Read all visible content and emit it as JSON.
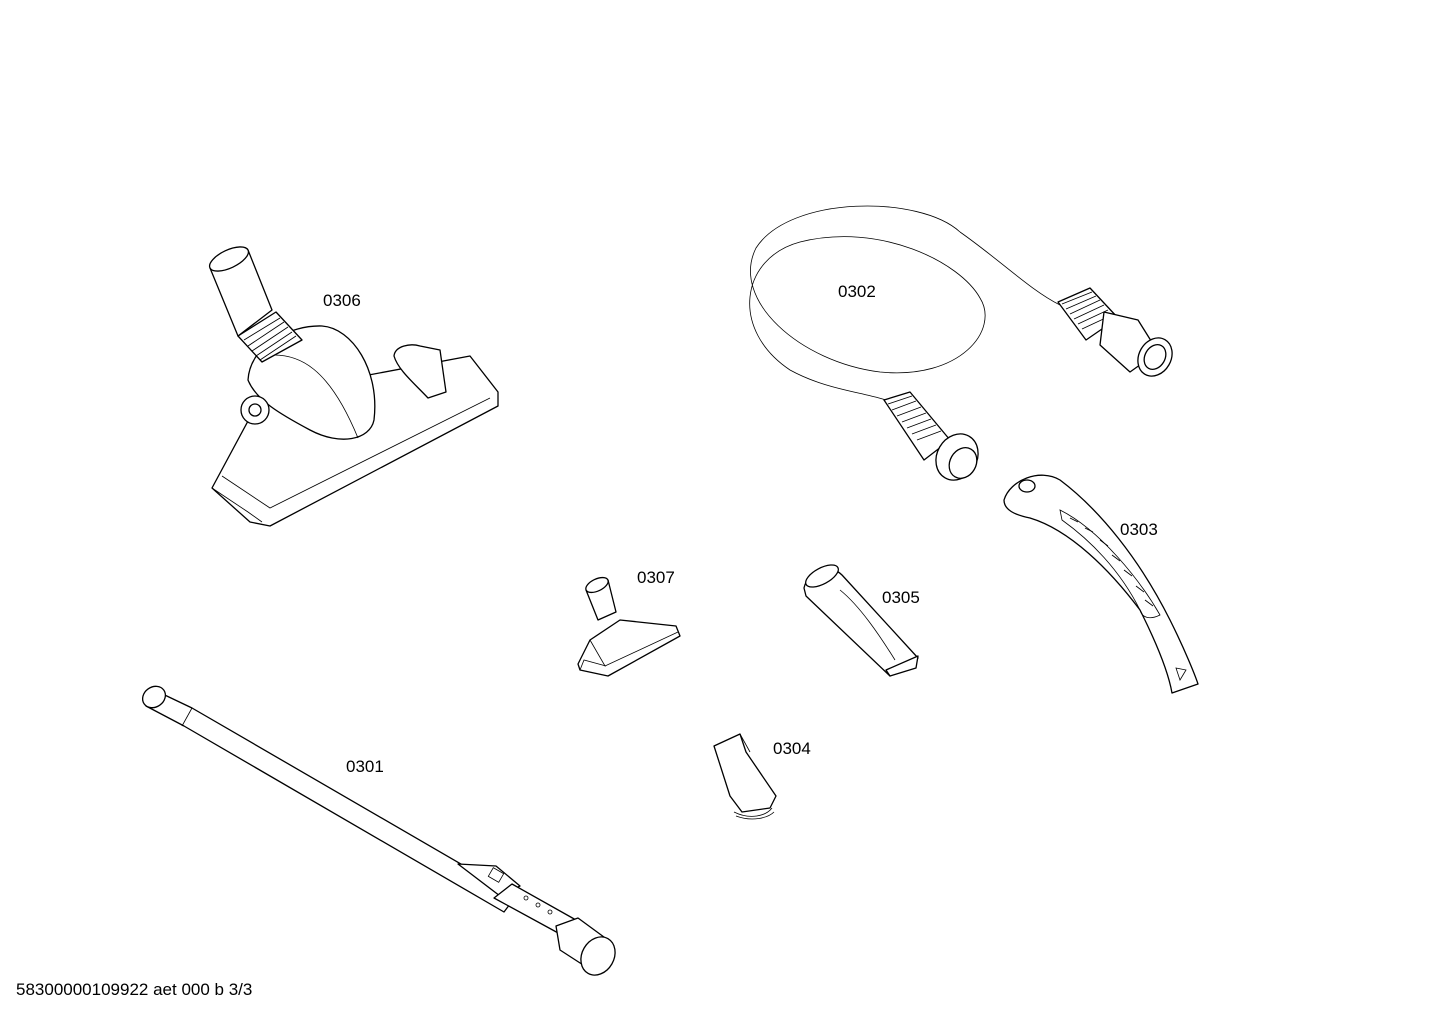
{
  "parts": [
    {
      "id": "p0301",
      "label": "0301"
    },
    {
      "id": "p0302",
      "label": "0302"
    },
    {
      "id": "p0303",
      "label": "0303"
    },
    {
      "id": "p0304",
      "label": "0304"
    },
    {
      "id": "p0305",
      "label": "0305"
    },
    {
      "id": "p0306",
      "label": "0306"
    },
    {
      "id": "p0307",
      "label": "0307"
    }
  ],
  "footer": {
    "drawing_id": "58300000109922 aet 000 b 3/3"
  }
}
